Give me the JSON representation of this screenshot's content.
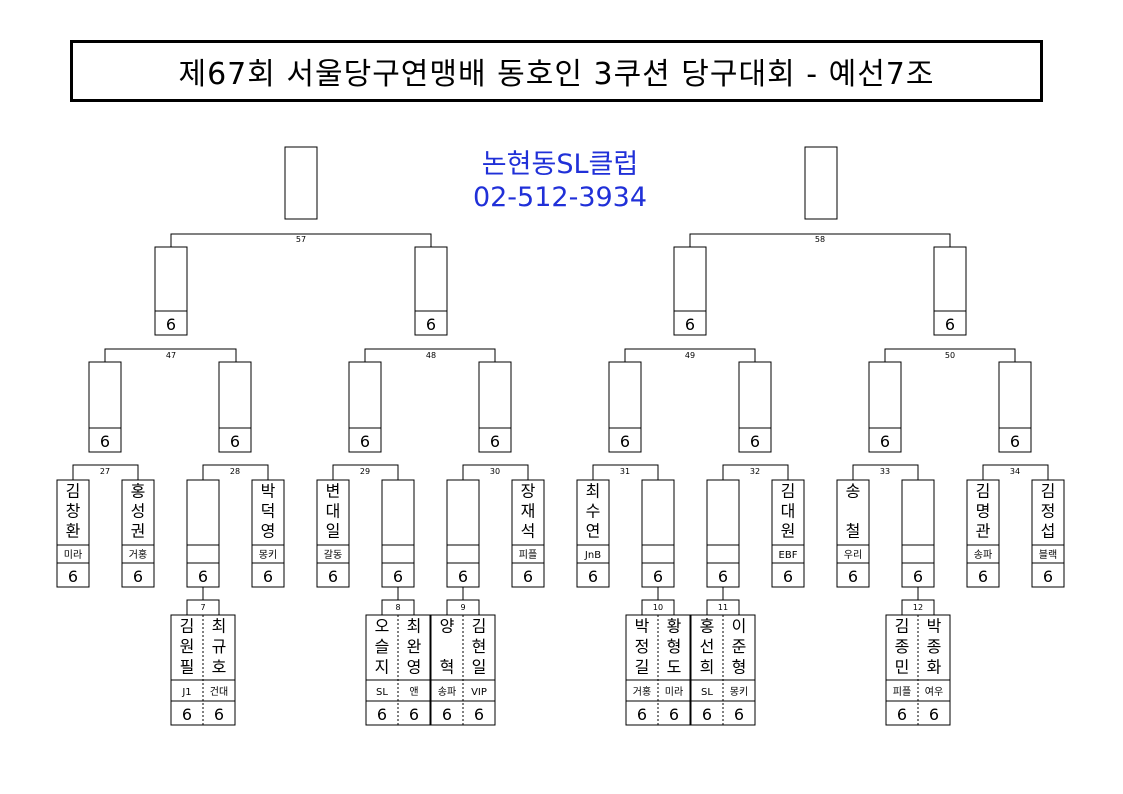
{
  "title": "제67회 서울당구연맹배 동호인 3쿠션 당구대회 - 예선7조",
  "club": {
    "name": "논현동SL클럽",
    "phone": "02-512-3934"
  },
  "score_glyph": "6",
  "match_numbers": {
    "m57": "57",
    "m58": "58",
    "m47": "47",
    "m48": "48",
    "m49": "49",
    "m50": "50",
    "m27": "27",
    "m28": "28",
    "m29": "29",
    "m30": "30",
    "m31": "31",
    "m32": "32",
    "m33": "33",
    "m34": "34",
    "m7": "7",
    "m8": "8",
    "m9": "9",
    "m10": "10",
    "m11": "11",
    "m12": "12"
  },
  "seeds": [
    {
      "name": "김창환",
      "club": "미라"
    },
    {
      "name": "홍성권",
      "club": "거홍"
    },
    {
      "name": "박덕영",
      "club": "몽키"
    },
    {
      "name": "변대일",
      "club": "갈동"
    },
    {
      "name": "장재석",
      "club": "피플"
    },
    {
      "name": "최수연",
      "club": "JnB"
    },
    {
      "name": "김대원",
      "club": "EBF"
    },
    {
      "name": "송 철",
      "club": "우리"
    },
    {
      "name": "김명관",
      "club": "송파"
    },
    {
      "name": "김정섭",
      "club": "블랙"
    }
  ],
  "round1": [
    {
      "name": "김원필",
      "club": "J1"
    },
    {
      "name": "최규호",
      "club": "건대"
    },
    {
      "name": "오슬지",
      "club": "SL"
    },
    {
      "name": "최완영",
      "club": "앤"
    },
    {
      "name": "양 혁",
      "club": "송파"
    },
    {
      "name": "김현일",
      "club": "VIP"
    },
    {
      "name": "박정길",
      "club": "거홍"
    },
    {
      "name": "황형도",
      "club": "미라"
    },
    {
      "name": "홍선희",
      "club": "SL"
    },
    {
      "name": "이준형",
      "club": "몽키"
    },
    {
      "name": "김종민",
      "club": "피플"
    },
    {
      "name": "박종화",
      "club": "여우"
    }
  ]
}
